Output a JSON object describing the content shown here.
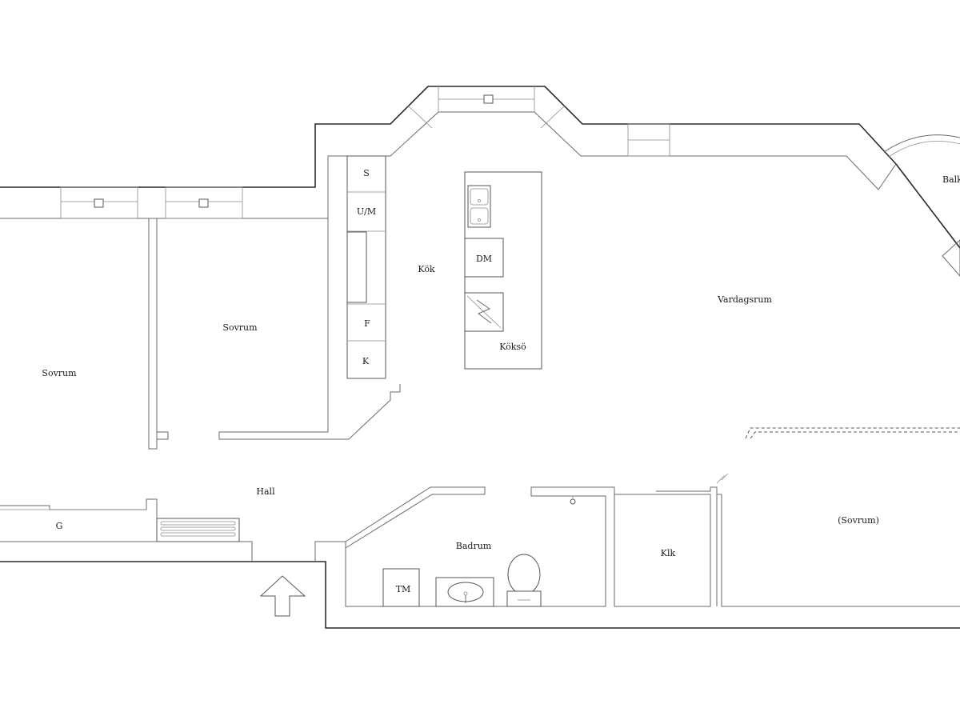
{
  "rooms": {
    "sovrum_left": "Sovrum",
    "sovrum_middle": "Sovrum",
    "kok": "Kök",
    "koksoe": "Köksö",
    "vardagsrum": "Vardagsrum",
    "balkong": "Balkong",
    "hall": "Hall",
    "garderob": "G",
    "badrum": "Badrum",
    "klk": "Klk",
    "sovrum_right": "(Sovrum)"
  },
  "fixtures": {
    "spis": "S",
    "ugn_mikro": "U/M",
    "frys": "F",
    "kyl": "K",
    "diskmaskin": "DM",
    "tvattmaskin": "TM"
  }
}
